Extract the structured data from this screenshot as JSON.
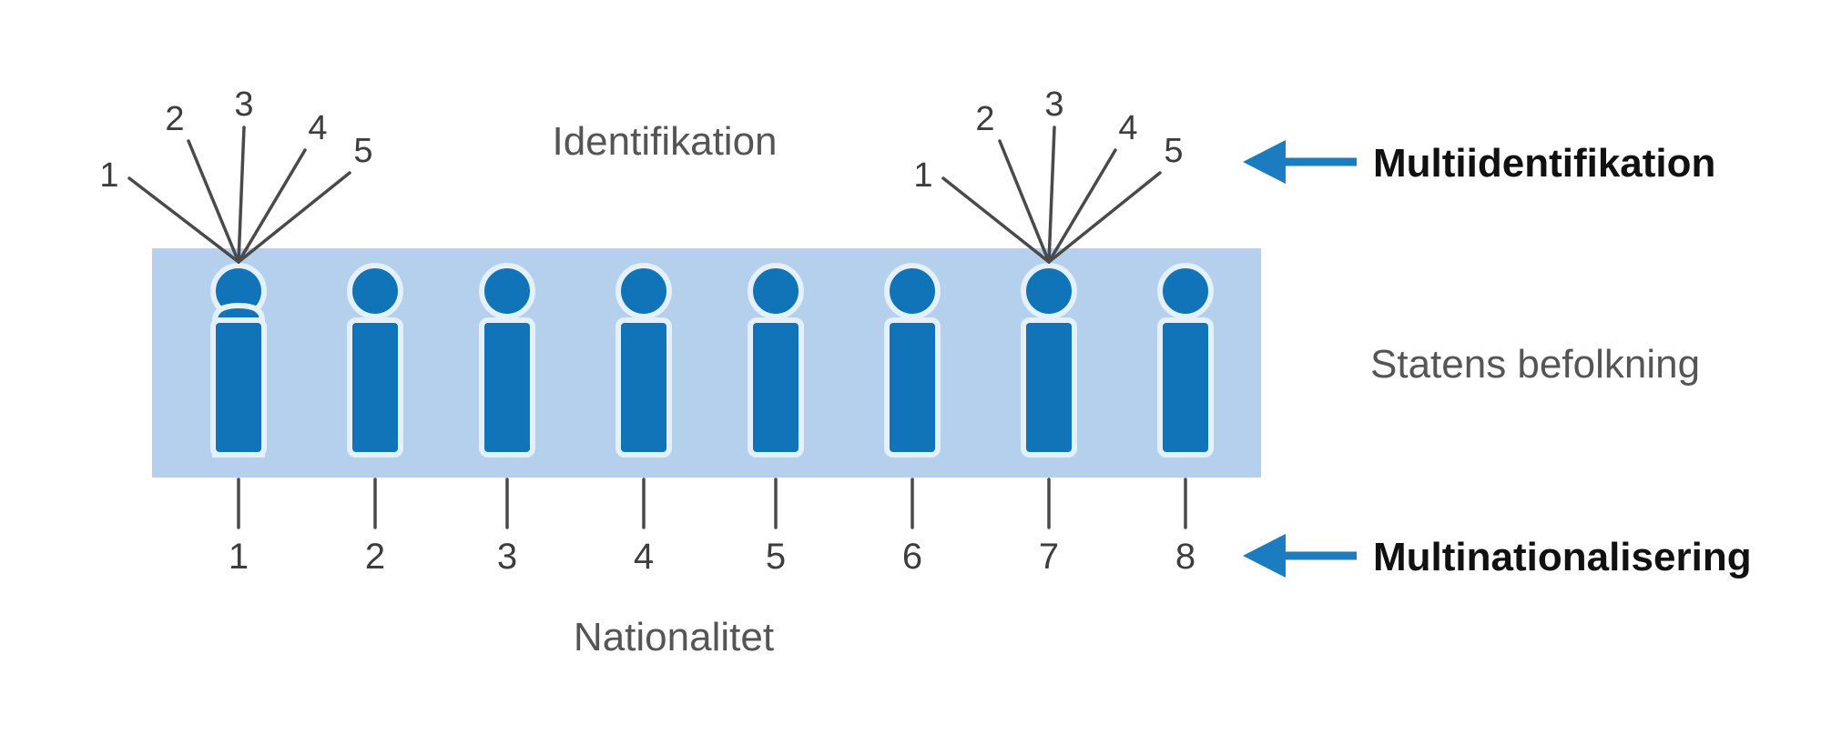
{
  "figure": {
    "title_center_top": "Identifikation",
    "title_bottom": "Nationalitet",
    "band_label": "Statens befolkning",
    "colors": {
      "band_fill": "#b5d0ec",
      "person_fill": "#1274b8",
      "person_outline": "#d8e8f7",
      "arrow_blue": "#1b7cc0",
      "line_gray": "#4a4a4a",
      "text_gray": "#4f4f4f",
      "text_black": "#111111",
      "background": "#ffffff"
    },
    "callouts": [
      {
        "id": "multiidentifikation",
        "label": "Multiidentifikation",
        "arrow": "left-arrow-icon"
      },
      {
        "id": "multinationalisering",
        "label": "Multinationalisering",
        "arrow": "left-arrow-icon"
      }
    ],
    "population": {
      "count": 8,
      "axis_labels": [
        "1",
        "2",
        "3",
        "4",
        "5",
        "6",
        "7",
        "8"
      ]
    },
    "identity_fans": [
      {
        "anchor_person": 1,
        "labels": [
          "1",
          "2",
          "3",
          "4",
          "5"
        ]
      },
      {
        "anchor_person": 7,
        "labels": [
          "1",
          "2",
          "3",
          "4",
          "5"
        ]
      }
    ]
  },
  "chart_data": {
    "type": "diagram",
    "title": "Identifikation",
    "xlabel": "Nationalitet",
    "categories": [
      "1",
      "2",
      "3",
      "4",
      "5",
      "6",
      "7",
      "8"
    ],
    "values": [
      1,
      1,
      1,
      1,
      1,
      1,
      1,
      1
    ],
    "series": [
      {
        "name": "Identifikation (multiidentifikation)",
        "per_person_identities": [
          5,
          1,
          1,
          1,
          1,
          1,
          5,
          1
        ],
        "fan_labels": [
          "1",
          "2",
          "3",
          "4",
          "5"
        ]
      }
    ],
    "annotations": [
      "Identifikation",
      "Statens befolkning",
      "Nationalitet",
      "Multiidentifikation",
      "Multinationalisering"
    ],
    "legend_position": "right",
    "grid": false
  }
}
